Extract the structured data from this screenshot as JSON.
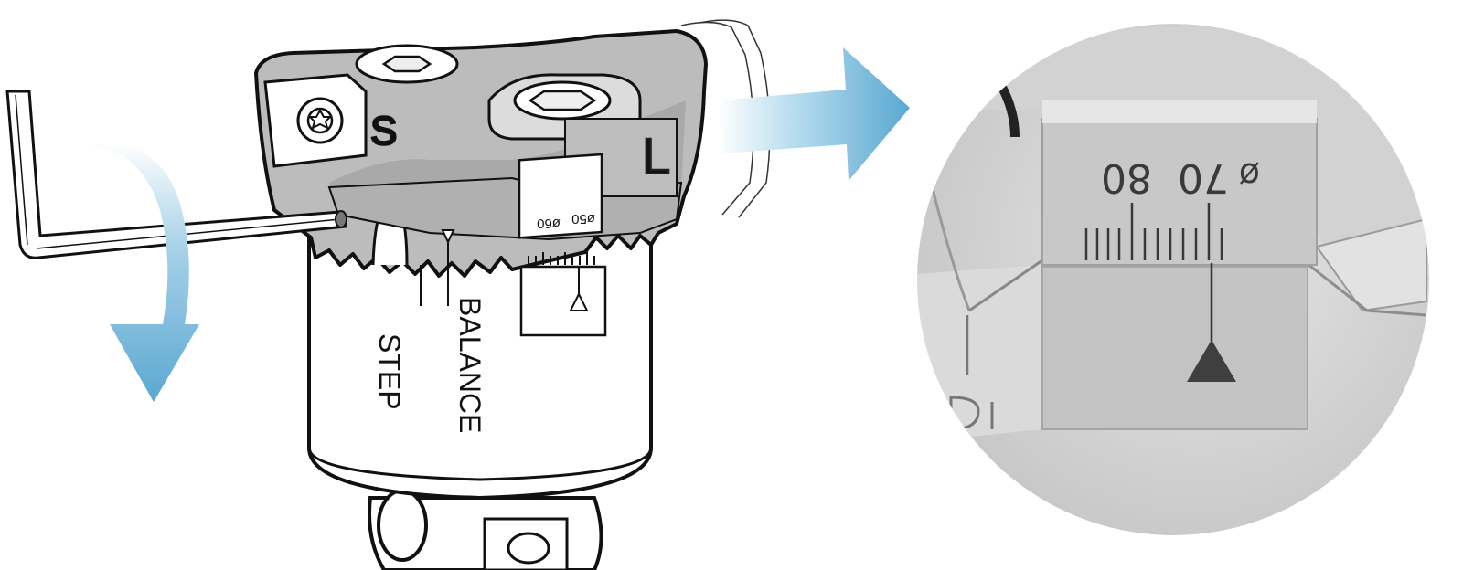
{
  "tool": {
    "insert_left_letter": "S",
    "insert_right_letter": "L",
    "scale_labels": [
      "ø60",
      "ø50"
    ],
    "step_label": "STEP",
    "balance_label": "BALANCE"
  },
  "zoom": {
    "scale_labels": [
      "80",
      "70",
      "ø"
    ]
  },
  "colors": {
    "arrow_light": "#d6ecf6",
    "arrow_dark": "#5aa8d2",
    "body_gray": "#b7b7b7",
    "outline": "#111111"
  }
}
